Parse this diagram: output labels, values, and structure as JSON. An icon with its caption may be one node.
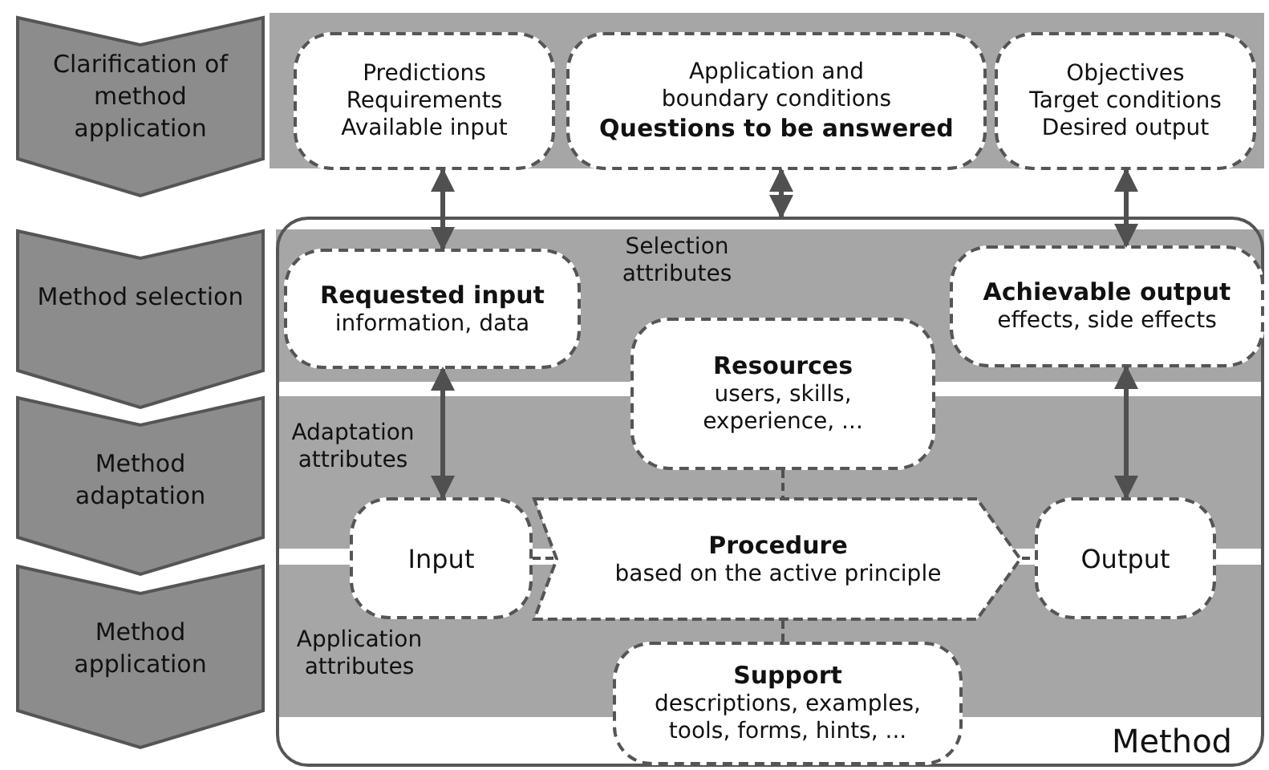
{
  "diagram": {
    "nodes": [
      {
        "text": [
          "Clarification of method application"
        ]
      },
      {
        "text": [
          "Method selection"
        ]
      },
      {
        "text": [
          "Method adaptation"
        ]
      },
      {
        "text": [
          "Method application"
        ]
      },
      {
        "text": [
          "Predictions",
          "Requirements",
          "Available input"
        ]
      },
      {
        "text": [
          "Application and boundary conditions",
          "Questions to be answered"
        ]
      },
      {
        "text": [
          "Objectives",
          "Target conditions",
          "Desired output"
        ]
      },
      {
        "text": [
          "Method"
        ]
      },
      {
        "text": [
          "Requested input",
          "information, data"
        ],
        "in": 7
      },
      {
        "text": [
          "Achievable output",
          "effects, side effects"
        ],
        "in": 7
      },
      {
        "text": [
          "Resources",
          "users, skills, experience, ..."
        ],
        "in": 7
      },
      {
        "text": [
          "Input"
        ],
        "in": 7
      },
      {
        "text": [
          "Procedure",
          "based on the active principle"
        ],
        "in": 7
      },
      {
        "text": [
          "Output"
        ],
        "in": 7
      },
      {
        "text": [
          "Support",
          "descriptions, examples, tools, forms, hints, ..."
        ],
        "in": 7
      }
    ],
    "edges": [
      {
        "from": 4,
        "to": 8,
        "arrow": "both"
      },
      {
        "from": 5,
        "to": 7,
        "arrow": "both"
      },
      {
        "from": 6,
        "to": 9,
        "arrow": "both"
      },
      {
        "from": 8,
        "to": 11,
        "arrow": "both"
      },
      {
        "from": 9,
        "to": 13,
        "arrow": "both"
      },
      {
        "from": 10,
        "to": 12,
        "arrow": "none",
        "style": "dashed"
      },
      {
        "from": 11,
        "to": 12,
        "arrow": "none",
        "style": "dashed"
      },
      {
        "from": 12,
        "to": 13,
        "arrow": "none",
        "style": "dashed"
      },
      {
        "from": 12,
        "to": 14,
        "arrow": "none",
        "style": "dashed"
      }
    ],
    "labels": [
      "Selection attributes",
      "Adaptation attributes",
      "Application attributes"
    ]
  }
}
